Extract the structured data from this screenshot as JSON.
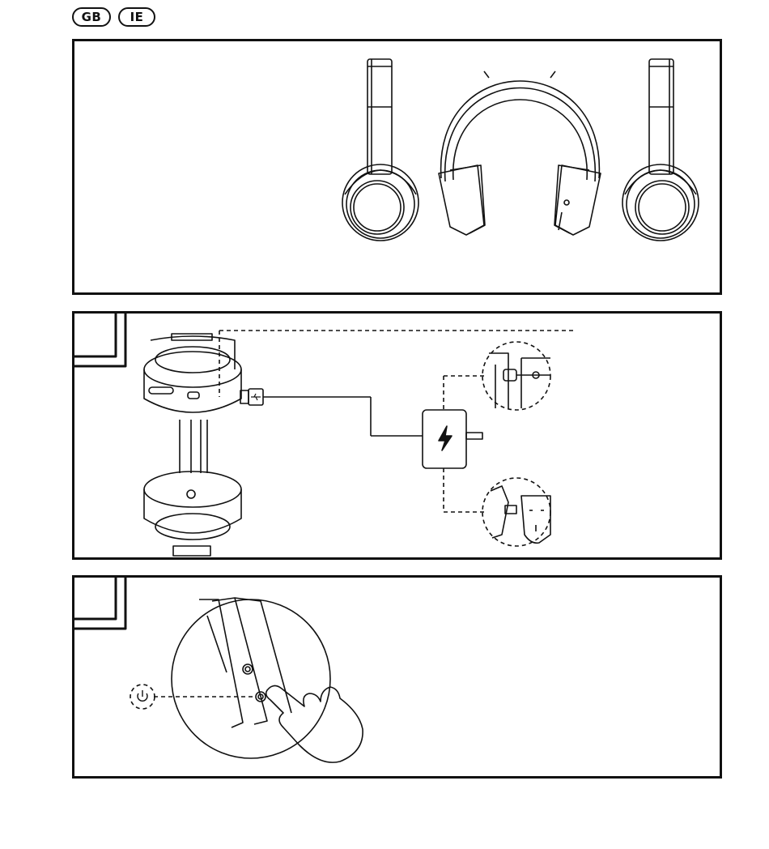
{
  "language_badges": [
    "GB",
    "IE"
  ],
  "panels": [
    {
      "id": "overview",
      "content": "headphones-front-and-side-views"
    },
    {
      "id": "charging",
      "content": "usb-charging-to-power-adapter-and-sockets",
      "icons": [
        "usb-icon",
        "lightning-icon",
        "eu-plug-icon",
        "uk-plug-icon"
      ]
    },
    {
      "id": "power-on",
      "content": "finger-pressing-power-button",
      "icons": [
        "power-icon",
        "hand-icon"
      ]
    }
  ],
  "colors": {
    "line": "#111111",
    "background": "#ffffff"
  }
}
